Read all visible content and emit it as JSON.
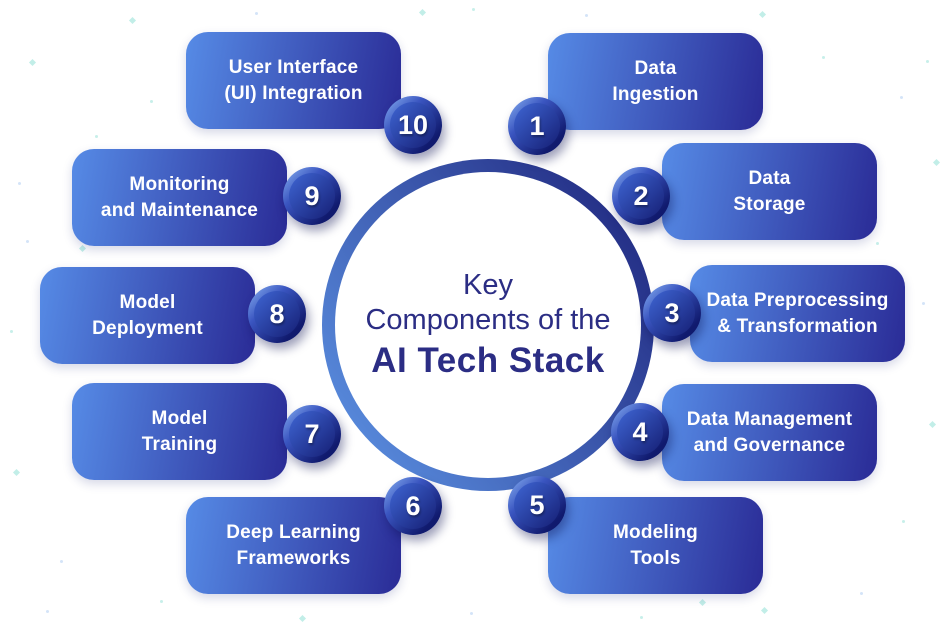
{
  "title": {
    "line1": "Key",
    "line2": "Components of the",
    "line3": "AI Tech Stack"
  },
  "items": [
    {
      "number": "1",
      "label": "Data\nIngestion"
    },
    {
      "number": "2",
      "label": "Data\nStorage"
    },
    {
      "number": "3",
      "label": "Data Preprocessing\n& Transformation"
    },
    {
      "number": "4",
      "label": "Data Management\nand Governance"
    },
    {
      "number": "5",
      "label": "Modeling\nTools"
    },
    {
      "number": "6",
      "label": "Deep Learning\nFrameworks"
    },
    {
      "number": "7",
      "label": "Model\nTraining"
    },
    {
      "number": "8",
      "label": "Model\nDeployment"
    },
    {
      "number": "9",
      "label": "Monitoring\nand Maintenance"
    },
    {
      "number": "10",
      "label": "User Interface\n(UI) Integration"
    }
  ],
  "colors": {
    "background": "#ffffff",
    "box_gradient_start": "#568be6",
    "box_gradient_end": "#2a2b96",
    "circle_ring_light": "#5f97e8",
    "circle_ring_dark": "#1c2078",
    "badge_ring_light": "#8ab4f2",
    "badge_ring_dark": "#101a6e",
    "badge_inner_start": "#3f66d4",
    "badge_inner_end": "#151e74",
    "title_color": "#2b2d84",
    "label_color": "#ffffff",
    "sparkle_teal": "#8fe0d5",
    "sparkle_blue": "#c9ddf6"
  }
}
